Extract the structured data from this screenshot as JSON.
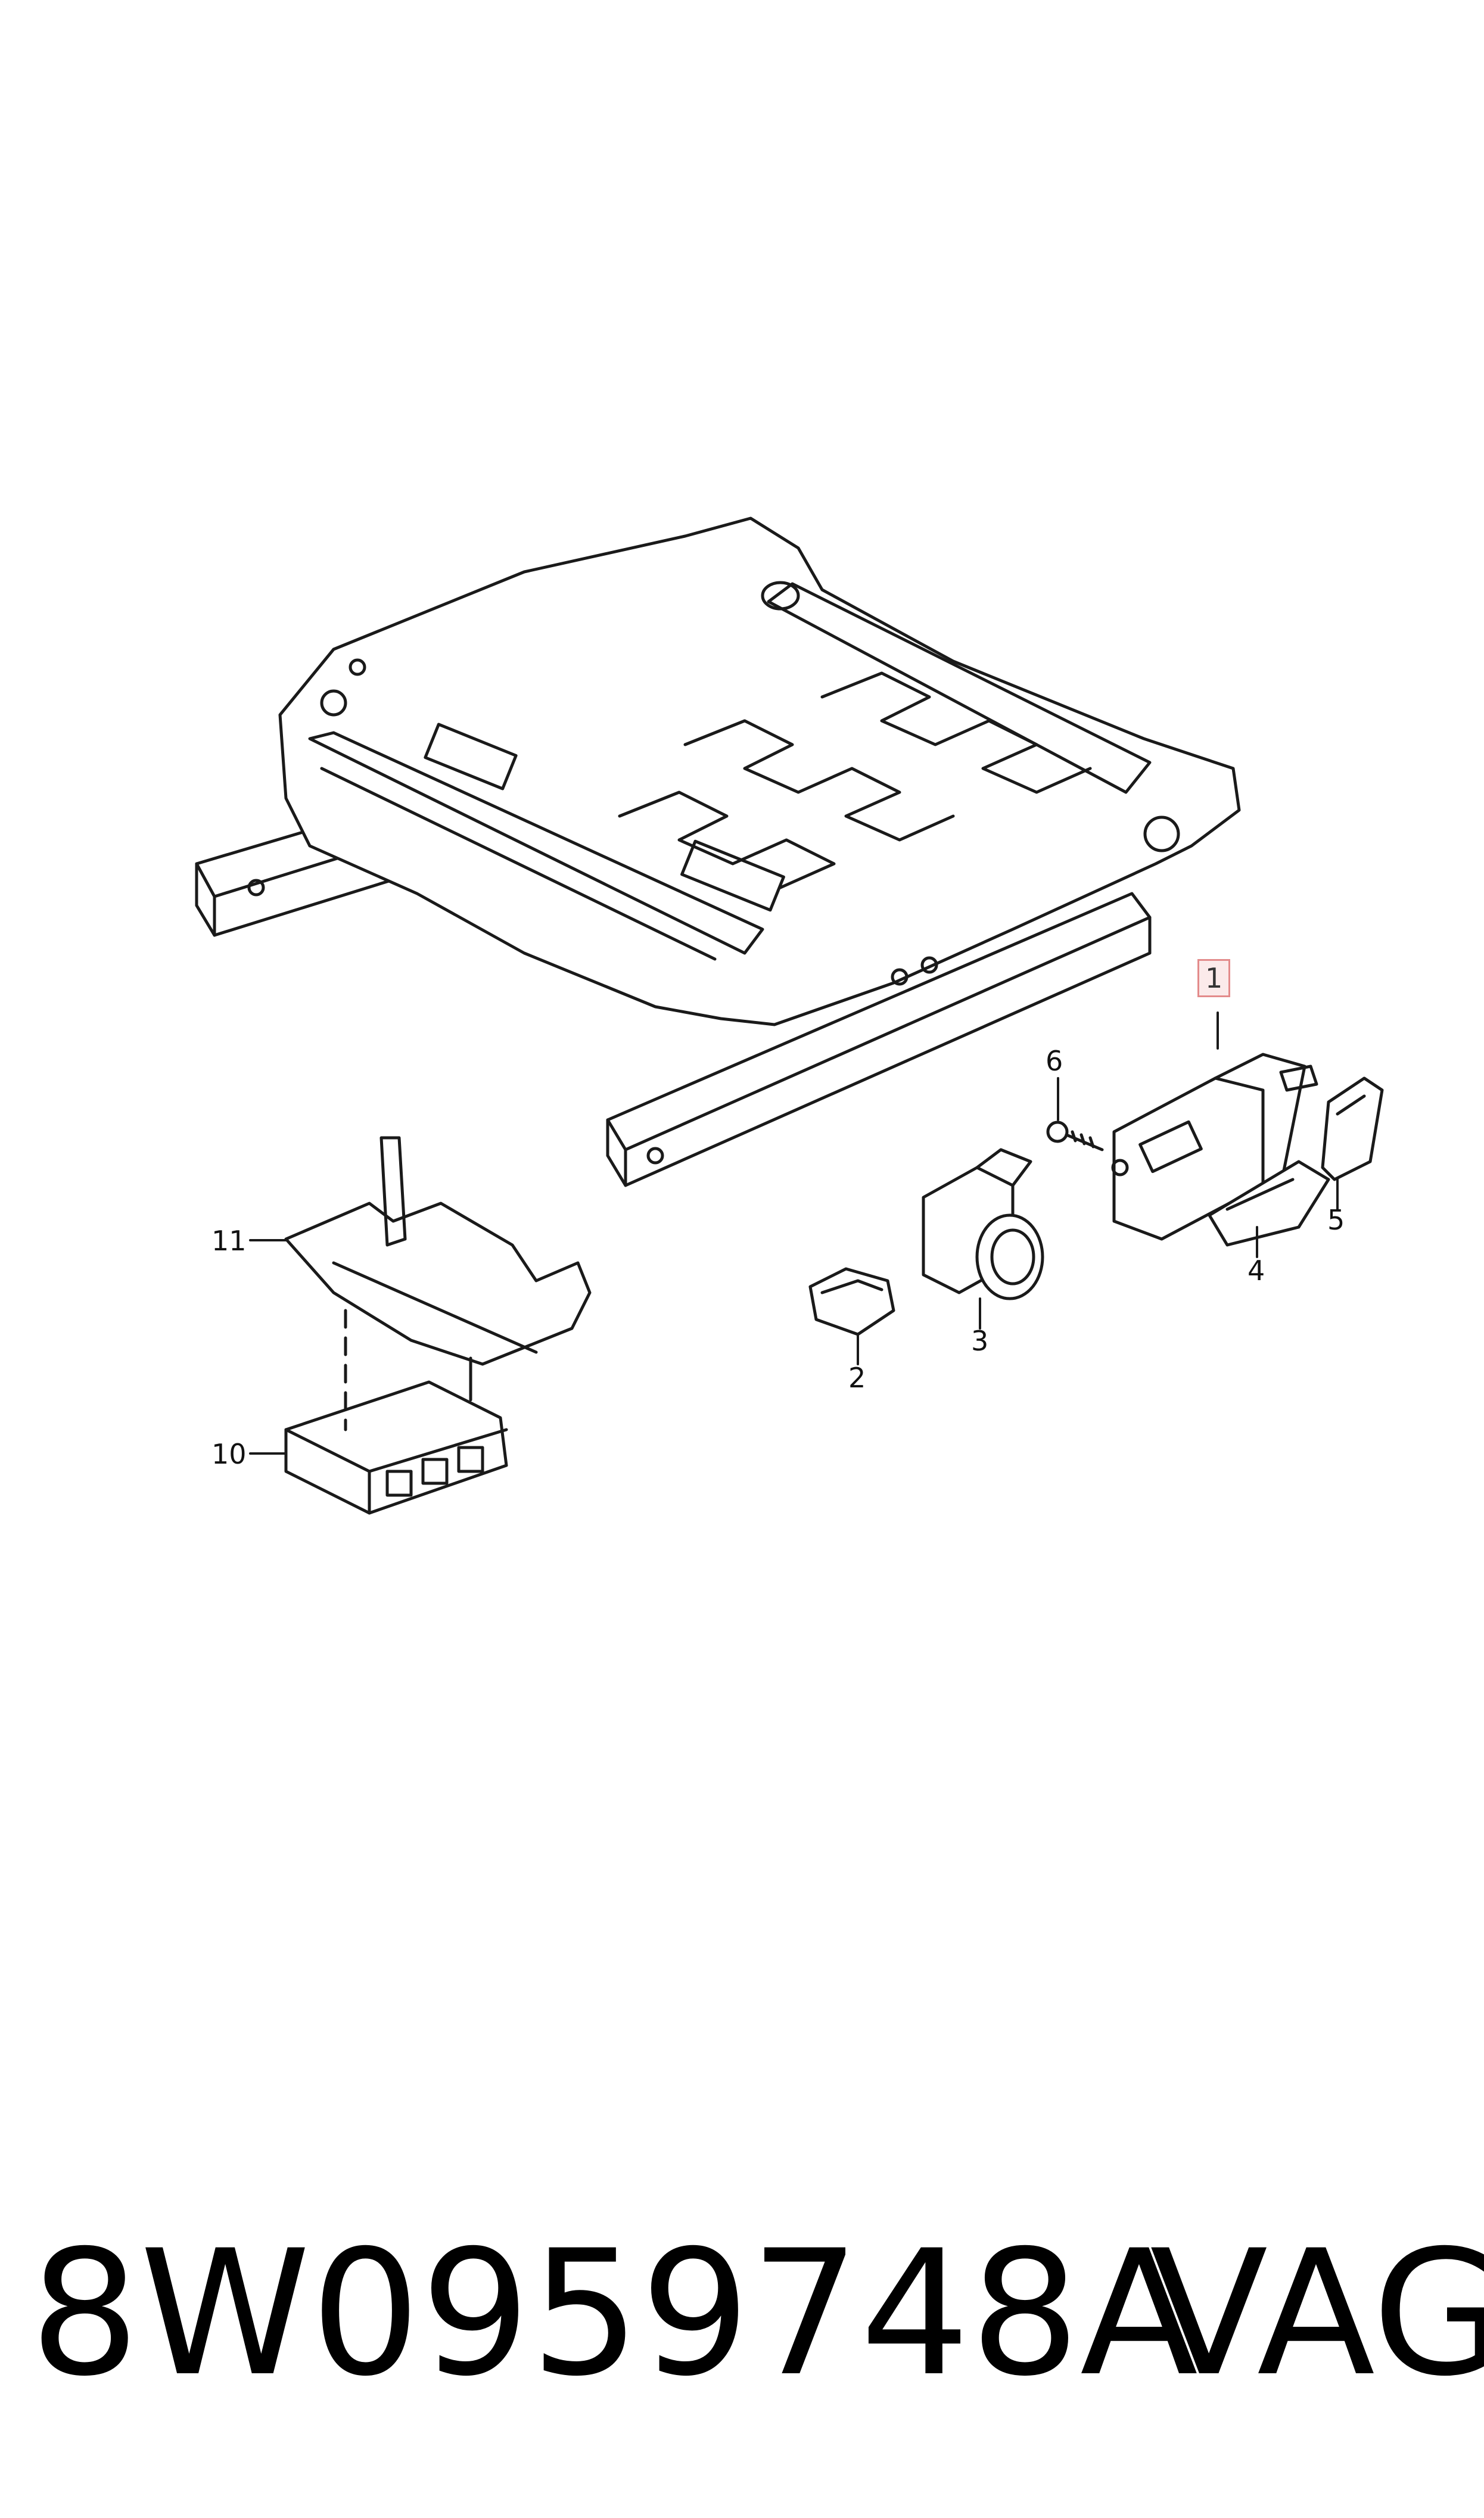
{
  "callouts": [
    {
      "label": "1",
      "highlighted": true
    },
    {
      "label": "2"
    },
    {
      "label": "3"
    },
    {
      "label": "4"
    },
    {
      "label": "5"
    },
    {
      "label": "6"
    },
    {
      "label": "10"
    },
    {
      "label": "11"
    }
  ],
  "footer": {
    "part_number": "8W0959748A",
    "brand": "VAG"
  },
  "colors": {
    "line": "#1a1a1a",
    "highlight_border": "#e38b8b",
    "highlight_fill": "#fbeaea"
  }
}
